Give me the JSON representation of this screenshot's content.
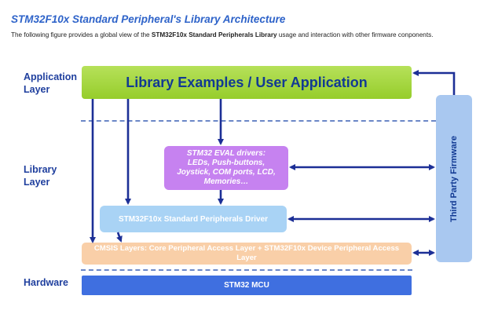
{
  "header": {
    "title": "STM32F10x Standard Peripheral's Library Architecture",
    "subtitle_pre": "The following figure provides a global view of the ",
    "subtitle_bold": "STM32F10x Standard Peripherals Library",
    "subtitle_post": " usage and interaction with other firmware conponents."
  },
  "layers": {
    "application": [
      "Application",
      "Layer"
    ],
    "library": [
      "Library",
      "Layer"
    ],
    "hardware": "Hardware"
  },
  "boxes": {
    "app": "Library Examples / User Application",
    "eval": [
      "STM32 EVAL drivers:",
      "LEDs, Push-buttons,",
      "Joystick, COM ports, LCD,",
      "Memories…"
    ],
    "spl": "STM32F10x Standard Peripherals Driver",
    "cmsis": "CMSIS Layers: Core Peripheral Access Layer + STM32F10x Device Peripheral Access Layer",
    "mcu": "STM32 MCU",
    "third_party": "Third Party Firmware"
  },
  "colors": {
    "title": "#2e63c9",
    "app_box": "#9fd33a",
    "eval_box": "#c682f0",
    "spl_box": "#a9d3f5",
    "cmsis_box": "#f9cfa8",
    "mcu_box": "#3f6fe0",
    "third_party_box": "#a9c8f0",
    "arrow": "#1c2f96"
  }
}
